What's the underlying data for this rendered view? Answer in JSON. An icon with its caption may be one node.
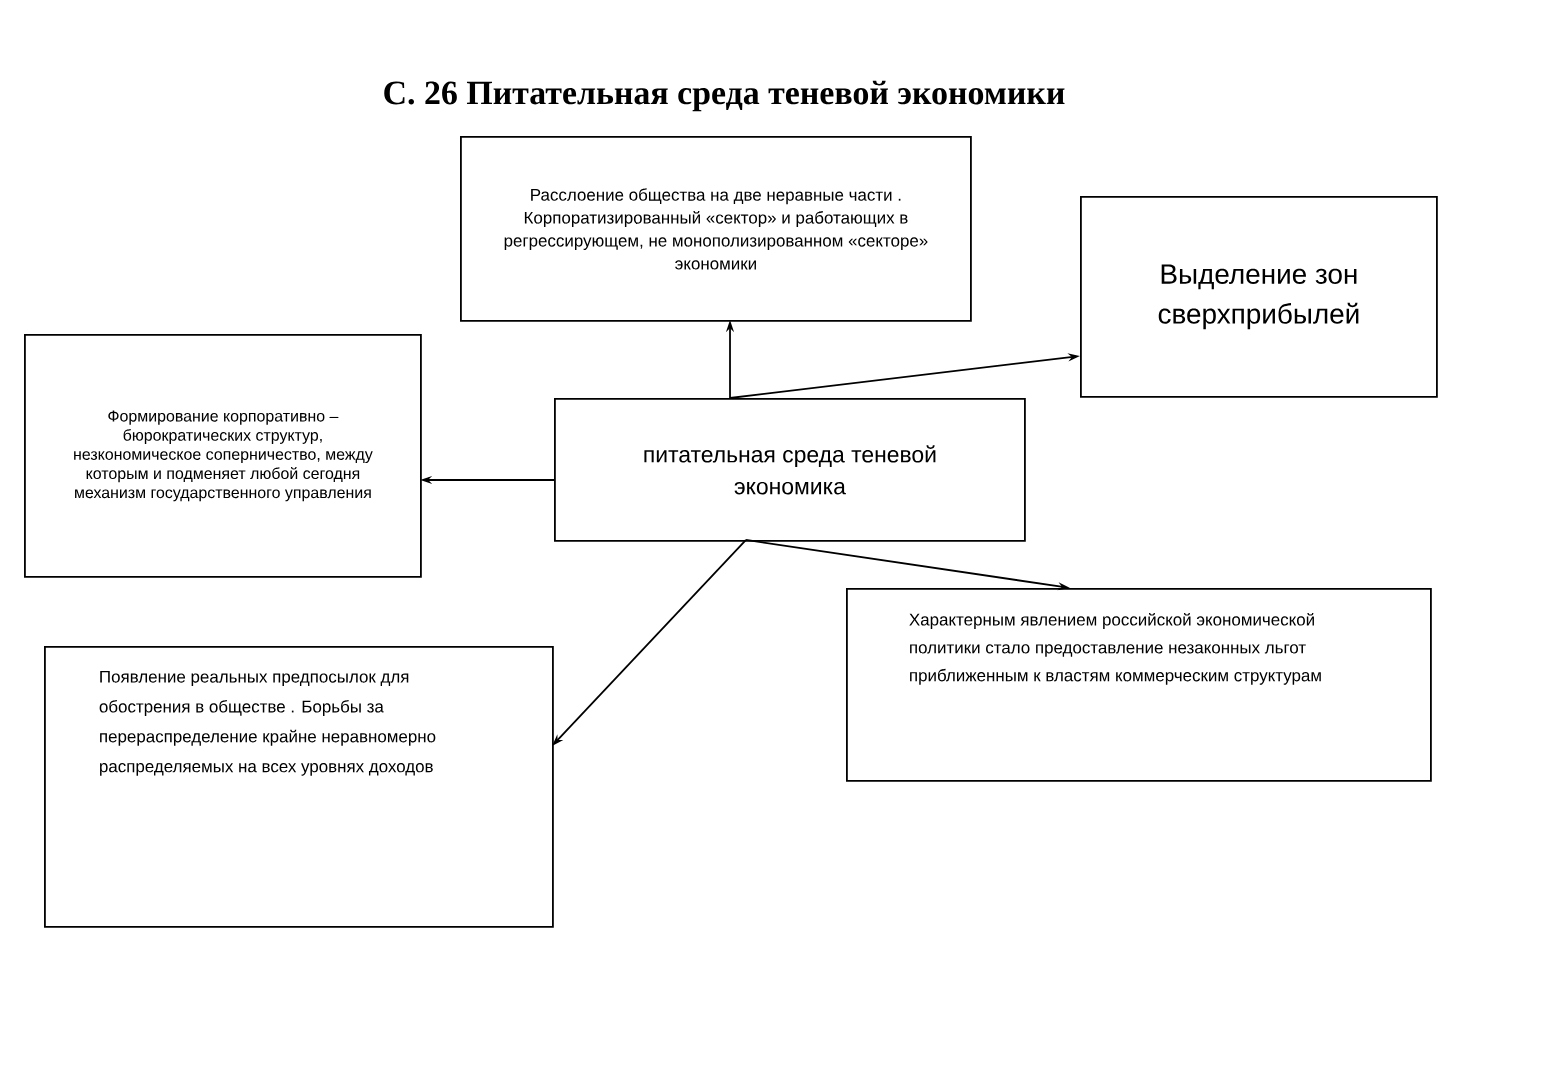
{
  "diagram": {
    "title": "С. 26 Питательная среда теневой экономики",
    "nodes": [
      {
        "text": [
          "Расслоение общества на две неравные части . Корпоратизированный «сектор» и работающих в регрессирующем, не монополизированном «секторе» экономики"
        ]
      },
      {
        "text": [
          "Выделение зон сверхприбылей"
        ]
      },
      {
        "text": [
          "Формирование корпоративно – бюрократических структур, незкономическое соперничество, между которым и подменяет любой сегодня механизм государственного управления"
        ]
      },
      {
        "text": [
          "питательная среда теневой экономика"
        ]
      },
      {
        "text": [
          "Появление реальных предпосылок для обострения в обществе . Борьбы за перераспределение крайне неравномерно распределяемых на всех уровнях доходов"
        ]
      },
      {
        "text": [
          "Характерным явлением российской экономической политики стало предоставление незаконных льгот приближенным к властям коммерческим структурам"
        ]
      }
    ],
    "edges": [
      {
        "from": 3,
        "to": 0,
        "arrow": "to"
      },
      {
        "from": 3,
        "to": 1,
        "arrow": "to"
      },
      {
        "from": 3,
        "to": 2,
        "arrow": "to"
      },
      {
        "from": 3,
        "to": 4,
        "arrow": "to"
      },
      {
        "from": 3,
        "to": 5,
        "arrow": "to"
      }
    ]
  }
}
